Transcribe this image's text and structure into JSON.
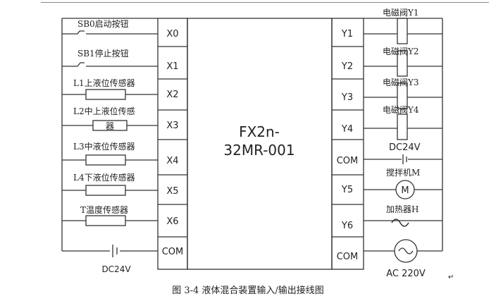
{
  "plc": {
    "model_line1": "FX2n-",
    "model_line2": "32MR-001"
  },
  "inputs": [
    {
      "terminal": "X0",
      "device": "SB0启动按钮"
    },
    {
      "terminal": "X1",
      "device": "SB1停止按钮"
    },
    {
      "terminal": "X2",
      "device": "L1上液位传感器"
    },
    {
      "terminal": "X3",
      "device": "L2中上液位传感",
      "device_line2": "器"
    },
    {
      "terminal": "X4",
      "device": "L3中液位传感器"
    },
    {
      "terminal": "X5",
      "device": "L4下液位传感器"
    },
    {
      "terminal": "X6",
      "device": "T温度传感器"
    },
    {
      "terminal": "COM",
      "device": "DC24V"
    }
  ],
  "outputs": [
    {
      "terminal": "Y1",
      "device": "电磁阀Y1"
    },
    {
      "terminal": "Y2",
      "device": "电磁阀Y2"
    },
    {
      "terminal": "Y3",
      "device": "电磁阀Y3"
    },
    {
      "terminal": "Y4",
      "device": "电磁阀Y4"
    },
    {
      "terminal": "COM",
      "device": "DC24V"
    },
    {
      "terminal": "Y5",
      "device": "搅拌机M"
    },
    {
      "terminal": "Y6",
      "device": "加热器H"
    },
    {
      "terminal": "COM",
      "device": "AC 220V"
    }
  ],
  "motor_symbol": "M",
  "caption": "图 3-4  液体混合装置输入/输出接线图",
  "return_mark": "↵"
}
